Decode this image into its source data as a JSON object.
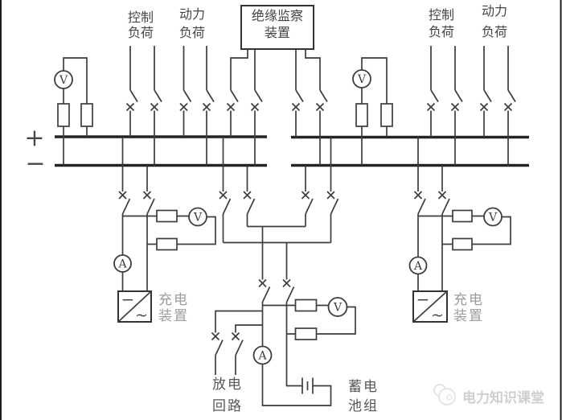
{
  "colors": {
    "wire": "#3d3d3d",
    "bus": "#242424",
    "label_dark": "#454545",
    "charger_label_gray": "#9c9c9c",
    "watermark_gray": "#cfcfcf"
  },
  "monitor_box": {
    "line1": "绝缘监察",
    "line2": "装置"
  },
  "polarity": {
    "positive": "+",
    "negative": "−"
  },
  "loads": {
    "left_control": [
      "控制",
      "负荷"
    ],
    "left_power": [
      "动力",
      "负荷"
    ],
    "right_control": [
      "控制",
      "负荷"
    ],
    "right_power": [
      "动力",
      "负荷"
    ]
  },
  "meters": {
    "voltmeter": "V",
    "ammeter": "A"
  },
  "charger": {
    "label": [
      "充电",
      "装置"
    ],
    "dc_symbol": "−",
    "ac_symbol": "~"
  },
  "battery_label": [
    "蓄电",
    "池组"
  ],
  "discharge_label": [
    "放电",
    "回路"
  ],
  "watermark": {
    "text": "电力知识课堂"
  }
}
